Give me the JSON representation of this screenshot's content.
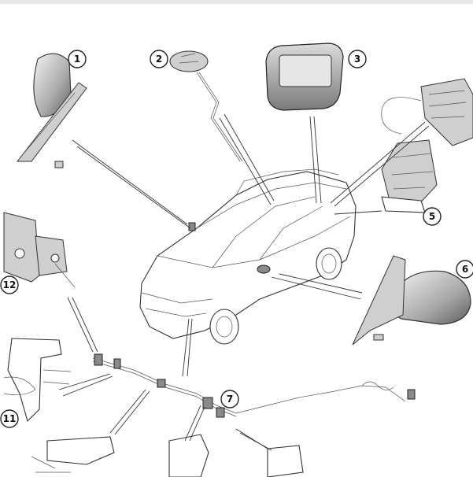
{
  "callouts": [
    {
      "id": "c1",
      "label": "1"
    },
    {
      "id": "c2",
      "label": "2"
    },
    {
      "id": "c3",
      "label": "3"
    },
    {
      "id": "c5",
      "label": "5"
    },
    {
      "id": "c6",
      "label": "6"
    },
    {
      "id": "c7",
      "label": "7"
    },
    {
      "id": "c11",
      "label": "11"
    },
    {
      "id": "c12",
      "label": "12"
    }
  ]
}
